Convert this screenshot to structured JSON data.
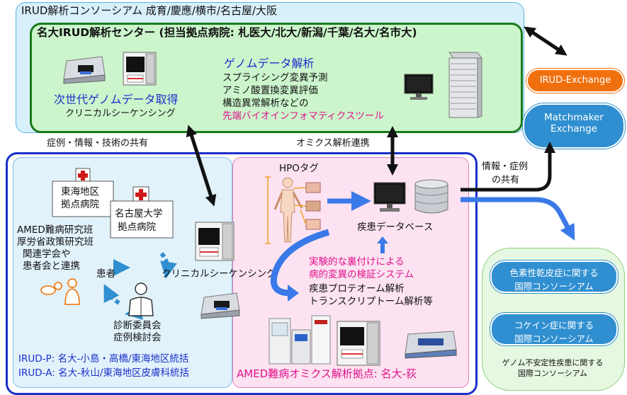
{
  "consortium_title": "IRUD解析コンソーシアム 成育/慶應/横市/名古屋/大阪",
  "center": {
    "title": "名大IRUD解析センター (担当拠点病院: 札医大/北大/新潟/千葉/名大/名市大)",
    "acquisition_heading": "次世代ゲノムデータ取得",
    "acquisition_sub": "クリニカルシーケンシング",
    "analysis_heading": "ゲノムデータ解析",
    "analysis_items": [
      "スプライシング変異予測",
      "アミノ酸置換変異評価",
      "構造異常解析などの"
    ],
    "analysis_highlight": "先端バイオインフォマティクスツール"
  },
  "external": {
    "irud_exchange": "IRUD-Exchange",
    "matchmaker_line1": "Matchmaker",
    "matchmaker_line2": "Exchange"
  },
  "links": {
    "case_sharing": "症例・情報・技術の共有",
    "omics_link": "オミクス解析連携",
    "info_sharing_line1": "情報・症例",
    "info_sharing_line2": "の共有"
  },
  "clinical": {
    "hospital_tokai_line1": "東海地区",
    "hospital_tokai_line2": "拠点病院",
    "hospital_nagoya_line1": "名古屋大学",
    "hospital_nagoya_line2": "拠点病院",
    "partners": [
      "AMED難病研究班",
      "厚労省政策研究班",
      "関連学会や",
      "患者会と連携"
    ],
    "patient": "患者",
    "clinical_sequencing": "クリニカルシーケンシング",
    "committee_line1": "診断委員会",
    "committee_line2": "症例検討会",
    "irud_p": "IRUD-P: 名大-小島・高橋/東海地区統括",
    "irud_a": "IRUD-A: 名大-秋山/東海地区皮膚科統括"
  },
  "omics": {
    "hpo_tag": "HPOタグ",
    "disease_db": "疾患データベース",
    "validation_line1": "実験的な裏付けによる",
    "validation_line2": "病的変異の検証システム",
    "proteome": "疾患プロテオーム解析",
    "transcriptome": "トランスクリプトーム解析等",
    "hub": "AMED難病オミクス解析拠点: 名大-荻"
  },
  "consortia": {
    "xp_line1": "色素性乾皮症に関する",
    "xp_line2": "国際コンソーシアム",
    "cockayne_line1": "コケイン症に関する",
    "cockayne_line2": "国際コンソーシアム",
    "genome_instability_line1": "ゲノム不安定性疾患に関する",
    "genome_instability_line2": "国際コンソーシアム"
  },
  "colors": {
    "accent_blue": "#1a30c8",
    "highlight_magenta": "#e0138c",
    "irud_exchange_orange": "#f07010",
    "matchmaker_blue": "#2f8fd0",
    "center_green": "#1a7a1a"
  }
}
